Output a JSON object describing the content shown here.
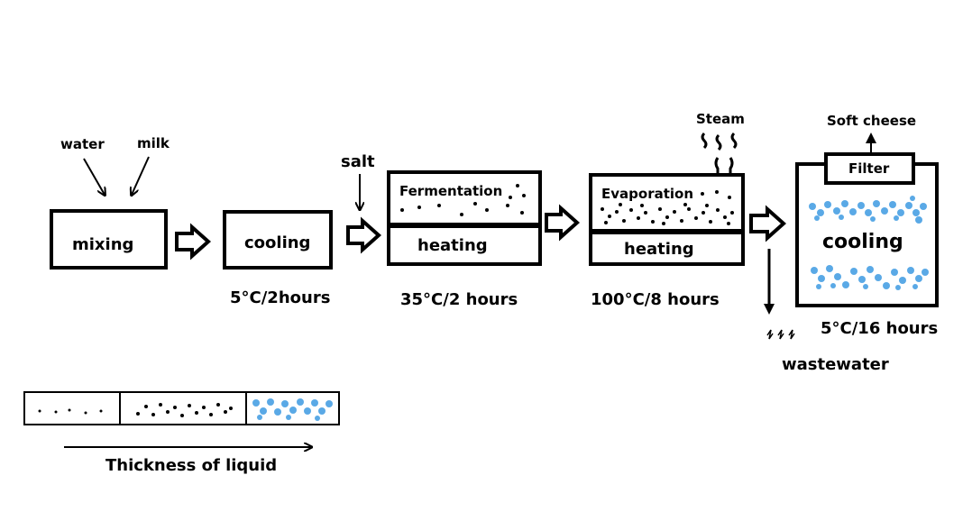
{
  "inputs": {
    "water": "water",
    "milk": "milk",
    "salt": "salt"
  },
  "steps": {
    "mixing": "mixing",
    "cooling1": "cooling",
    "fermentation": "Fermentation",
    "heating1": "heating",
    "evaporation": "Evaporation",
    "heating2": "heating",
    "filter": "Filter",
    "cooling2": "cooling"
  },
  "conditions": {
    "cooling1": "5°C/2hours",
    "fermentation": "35°C/2 hours",
    "evaporation": "100°C/8 hours",
    "cooling2": "5°C/16 hours"
  },
  "outputs": {
    "steam": "Steam",
    "soft_cheese": "Soft cheese",
    "wastewater": "wastewater"
  },
  "legend": {
    "caption": "Thickness of liquid"
  },
  "colors": {
    "curd": "#5aa9e6",
    "line": "#000000"
  }
}
